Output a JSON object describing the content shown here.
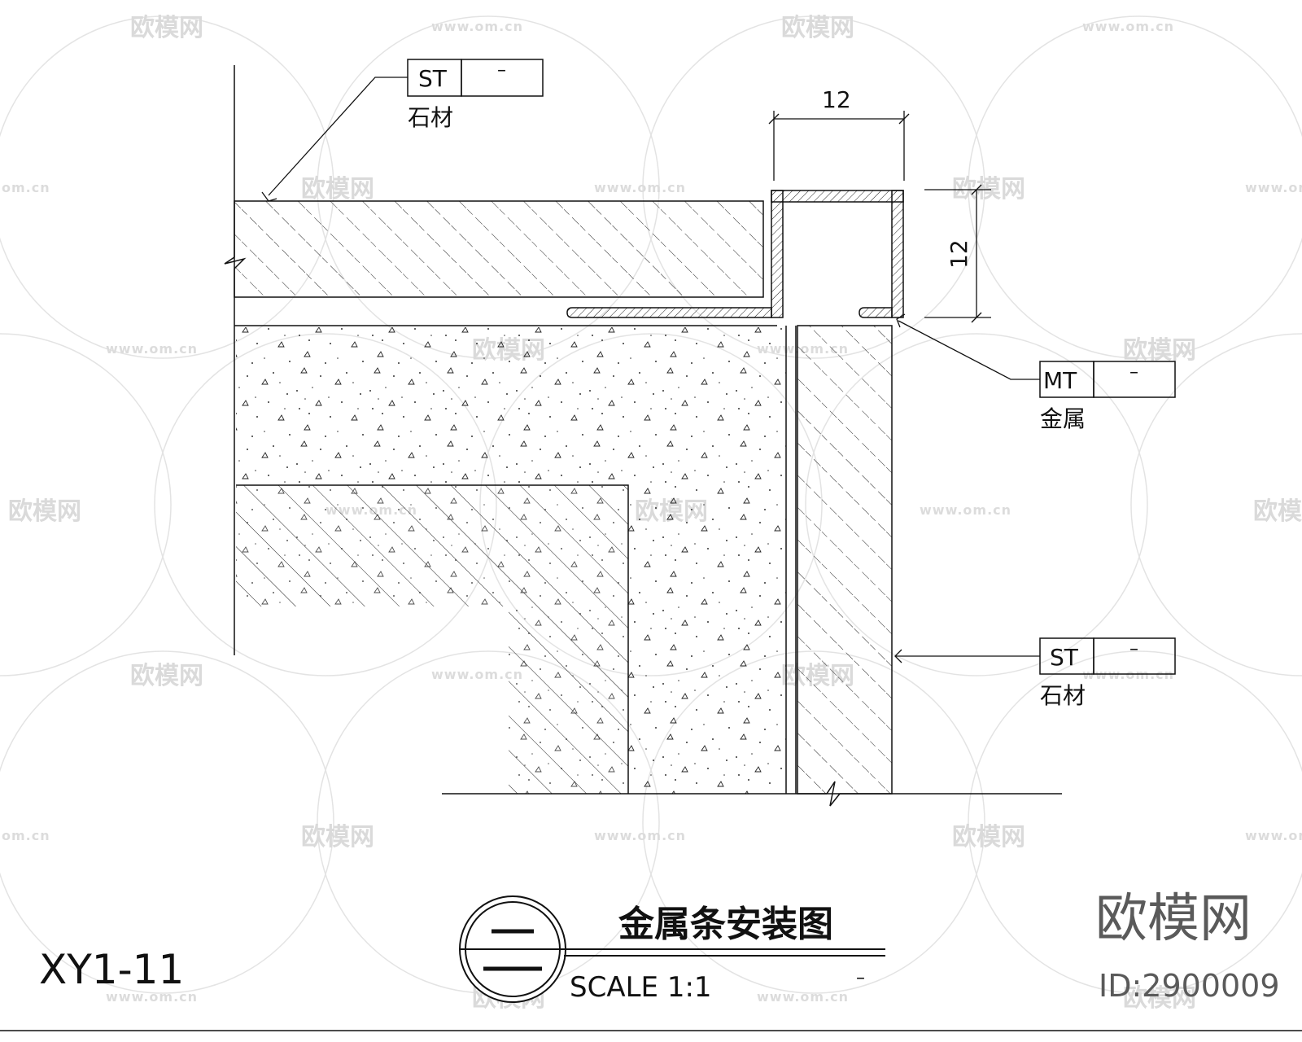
{
  "sheet": {
    "code": "XY1-11"
  },
  "title_block": {
    "number_symbol": "二",
    "title": "金属条安装图",
    "scale_label": "SCALE 1:1",
    "scale_note": "–"
  },
  "tags": [
    {
      "code": "ST",
      "spec": "–",
      "name": "石材"
    },
    {
      "code": "MT",
      "spec": "–",
      "name": "金属"
    },
    {
      "code": "ST",
      "spec": "–",
      "name": "石材"
    }
  ],
  "dimensions": {
    "width": "12",
    "height": "12"
  },
  "watermark": {
    "brand": "欧模网",
    "url": "www.om.cn",
    "url_fragment": "om.cn"
  },
  "branding": {
    "logo_text": "欧模网",
    "id_text": "ID:2900009"
  },
  "colors": {
    "line": "#111111",
    "watermark": "#d6d6d6",
    "brand": "#5a5a5a",
    "background": "#ffffff"
  }
}
